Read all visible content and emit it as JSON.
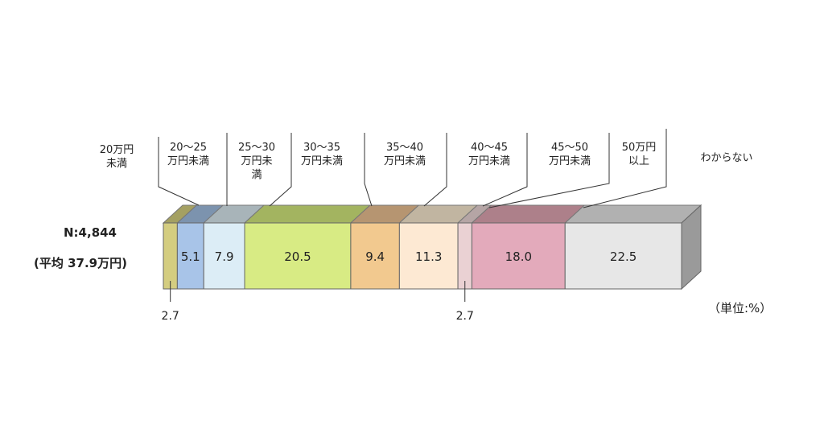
{
  "chart_data": {
    "type": "bar",
    "orientation": "horizontal-stacked-100",
    "sample": "N:4,844",
    "average": "(平均 37.9万円)",
    "unit": "（単位:%）",
    "categories": [
      "20万円\n未満",
      "20～25\n万円未満",
      "25～30\n万円未\n満",
      "30～35\n万円未満",
      "35～40\n万円未満",
      "40～45\n万円未満",
      "45～50\n万円未満",
      "50万円\n以上",
      "わからない"
    ],
    "values": [
      2.7,
      5.1,
      7.9,
      20.5,
      9.4,
      11.3,
      2.7,
      18.0,
      22.5
    ],
    "value_labels": [
      "2.7",
      "5.1",
      "7.9",
      "20.5",
      "9.4",
      "11.3",
      "2.7",
      "18.0",
      "22.5"
    ],
    "colors_front": [
      "#d4cd80",
      "#a8c4e8",
      "#dcedf6",
      "#d8eb84",
      "#f2c98f",
      "#fde9d3",
      "#ead1d3",
      "#e3aabb",
      "#e7e7e7"
    ],
    "colors_top": [
      "#a4a062",
      "#7c93ae",
      "#a8b4b9",
      "#a3b460",
      "#b69571",
      "#c1b5a1",
      "#b5a5a5",
      "#ad808a",
      "#b1b1b1"
    ],
    "side_color": "#9a9a9a"
  }
}
